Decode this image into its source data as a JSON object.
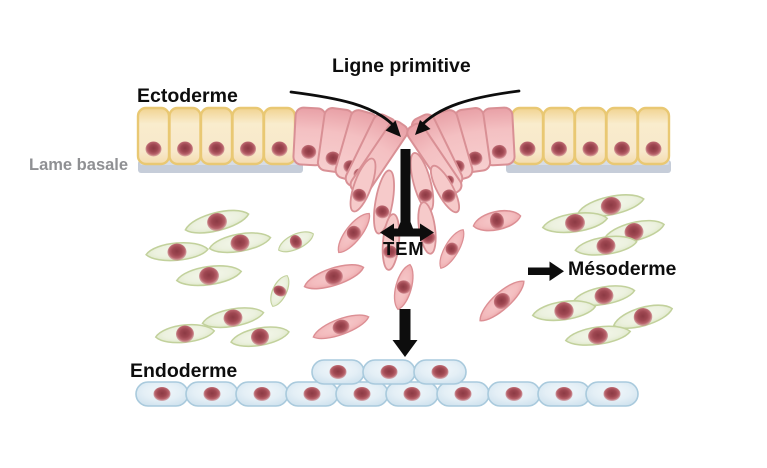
{
  "diagram": {
    "subject": "gastrulation-primitive-streak",
    "labels": {
      "ligne_primitive": "Ligne primitive",
      "ectoderme": "Ectoderme",
      "lame_basale": "Lame basale",
      "tem": "TEM",
      "mesoderme": "Mésoderme",
      "endoderme": "Endoderme"
    },
    "layers": [
      {
        "name": "ectoderm-epithelium",
        "label": "Ectoderme",
        "cell_color": "#f8ecd0"
      },
      {
        "name": "basal-lamina",
        "label": "Lame basale",
        "cell_color": "#c6cdd9"
      },
      {
        "name": "primitive-streak-cells",
        "label": "Ligne primitive",
        "cell_color": "#f4c0c2"
      },
      {
        "name": "mesoderm-mesenchyme",
        "label": "Mésoderme",
        "cell_color": "#edf2e1"
      },
      {
        "name": "endoderm-layer",
        "label": "Endoderme",
        "cell_color": "#e4eff6"
      }
    ],
    "colors": {
      "ectoderm_edge": "#e9c873",
      "streak_edge": "#d99095",
      "mesoderm_edge": "#c2d19c",
      "endoderm_edge": "#a9cadd",
      "nucleus": "#a84e58",
      "basal_lamina": "#c6cdd9",
      "label_muted": "#8f9093",
      "arrow": "#0d0d0d"
    }
  }
}
